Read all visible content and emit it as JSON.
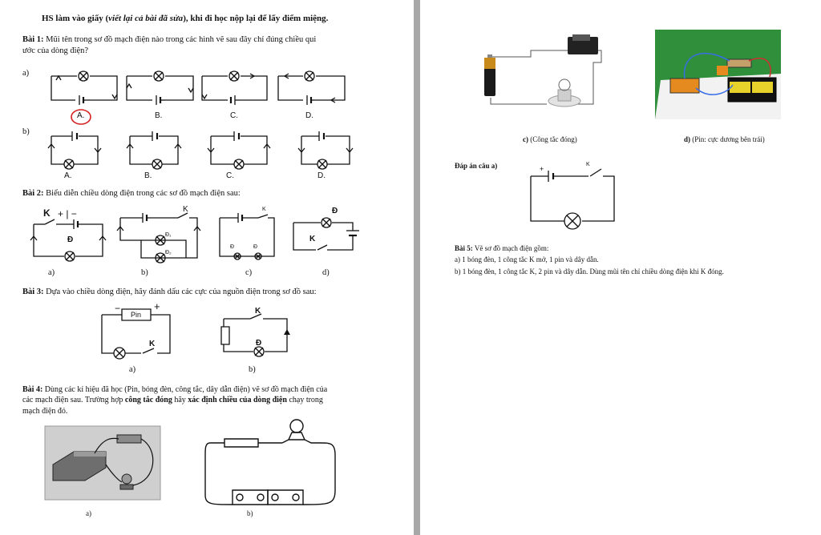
{
  "left": {
    "title_prefix": "HS làm vào giấy (",
    "title_italic": "viết lại cả bài đã sửa",
    "title_suffix": "), khi đi học nộp lại để lấy điểm miệng.",
    "bai1": {
      "label": "Bài 1:",
      "text1": " Mũi tên trong sơ đồ mạch điện nào trong các hình vẽ sau đây chỉ đúng chiều qui",
      "text2": "ước của dòng điện?",
      "row_a": "a)",
      "row_b": "b)",
      "options": [
        "A.",
        "B.",
        "C.",
        "D."
      ]
    },
    "bai2": {
      "label": "Bài 2:",
      "text": " Biểu diễn chiều dòng điện trong các sơ đồ mạch điện sau:",
      "captions": [
        "a)",
        "b)",
        "c)",
        "d)"
      ],
      "k": "K",
      "d": "Đ",
      "d1": "Đ₁",
      "d2": "Đ₂"
    },
    "bai3": {
      "label": "Bài 3:",
      "text": " Dựa vào chiều dòng điện, hãy đánh dấu các cực của nguồn điện trong sơ đồ sau:",
      "pin": "Pin",
      "k": "K",
      "d": "Đ",
      "captions": [
        "a)",
        "b)"
      ]
    },
    "bai4": {
      "label": "Bài 4:",
      "text1": " Dùng các kí hiệu đã học (Pin, bóng đèn, công tắc, dây dẫn điện) vẽ sơ đồ mạch điện của",
      "text2_pre": "các mạch điện sau. Trường hợp ",
      "text2_b1": "công tắc đóng",
      "text2_mid": " hãy ",
      "text2_b2": "xác định chiều của dòng điện",
      "text2_post": " chạy trong",
      "text3": "mạch điện đó.",
      "captions": [
        "a)",
        "b)"
      ]
    }
  },
  "right": {
    "cap_c_b": "c)",
    "cap_c": " (Công tắc đóng)",
    "cap_d_b": "d)",
    "cap_d": " (Pin: cực dương bên trái)",
    "dapan": "Đáp án câu a)",
    "k": "K",
    "bai5": {
      "label": "Bài 5:",
      "text": " Vẽ sơ đồ mạch điện gồm:",
      "line_a": "a) 1 bóng đèn, 1 công tắc K mở, 1 pin và dây dẫn.",
      "line_b": "b) 1 bóng đèn, 1 công tắc K, 2 pin và dây dẫn. Dùng mũi tên chỉ chiều dòng điện khi K đóng."
    }
  },
  "colors": {
    "divider": "#a8a8a8",
    "answer_circle": "#d42020",
    "photo_board": "#f2f2f2",
    "photo_bg": "#2f8f3a"
  }
}
